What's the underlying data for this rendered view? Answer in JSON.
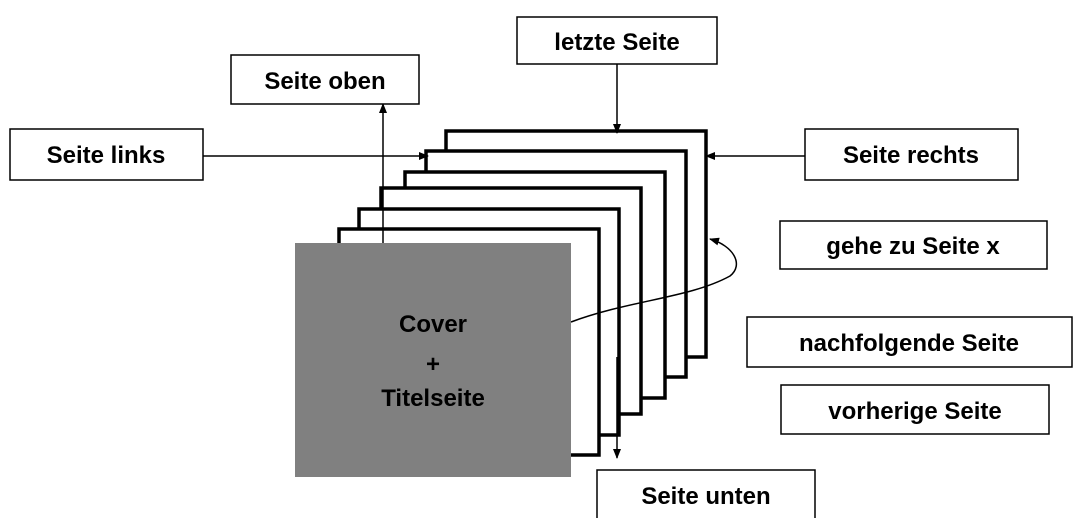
{
  "labels": {
    "last_page": "letzte Seite",
    "page_up": "Seite oben",
    "page_left": "Seite links",
    "page_right": "Seite rechts",
    "goto_page": "gehe zu Seite x",
    "next_page": "nachfolgende Seite",
    "previous_page": "vorherige Seite",
    "page_down": "Seite unten"
  },
  "cover": {
    "line1": "Cover",
    "line2": "+",
    "line3": "Titelseite"
  },
  "colors": {
    "cover_fill": "#808080",
    "ink": "#000000",
    "background": "#ffffff"
  }
}
